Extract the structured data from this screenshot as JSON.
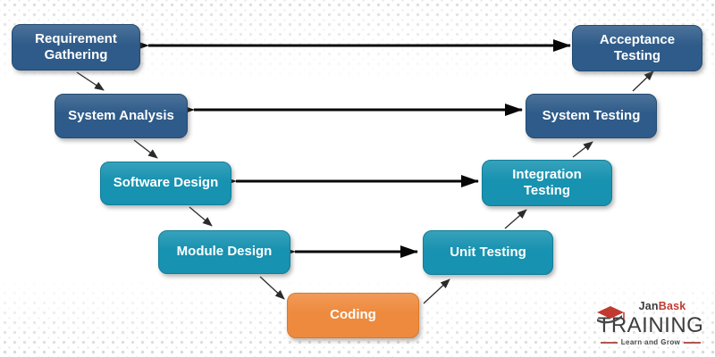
{
  "diagram_type": "v-model-sdlc",
  "phases": {
    "requirement_gathering": {
      "label": "Requirement Gathering",
      "color": "#2e5b89"
    },
    "system_analysis": {
      "label": "System Analysis",
      "color": "#2e5b89"
    },
    "software_design": {
      "label": "Software Design",
      "color": "#1792b0"
    },
    "module_design": {
      "label": "Module Design",
      "color": "#1792b0"
    },
    "coding": {
      "label": "Coding",
      "color": "#ee8a3d"
    },
    "unit_testing": {
      "label": "Unit Testing",
      "color": "#1792b0"
    },
    "integration_testing": {
      "label": "Integration Testing",
      "color": "#1792b0"
    },
    "system_testing": {
      "label": "System Testing",
      "color": "#2e5b89"
    },
    "acceptance_testing": {
      "label": "Acceptance Testing",
      "color": "#2e5b89"
    }
  },
  "connections": {
    "verification_pairs": [
      [
        "Requirement Gathering",
        "Acceptance Testing"
      ],
      [
        "System Analysis",
        "System Testing"
      ],
      [
        "Software Design",
        "Integration Testing"
      ],
      [
        "Module Design",
        "Unit Testing"
      ]
    ],
    "left_flow": [
      "Requirement Gathering",
      "System Analysis",
      "Software Design",
      "Module Design",
      "Coding"
    ],
    "right_flow": [
      "Coding",
      "Unit Testing",
      "Integration Testing",
      "System Testing",
      "Acceptance Testing"
    ]
  },
  "colors": {
    "dark_blue": "#2e5b89",
    "teal": "#1792b0",
    "orange": "#ee8a3d",
    "arrow": "#070707"
  },
  "logo": {
    "jan": "Jan",
    "bask": "Bask",
    "training": "TRAINING",
    "tagline": "Learn and Grow"
  }
}
